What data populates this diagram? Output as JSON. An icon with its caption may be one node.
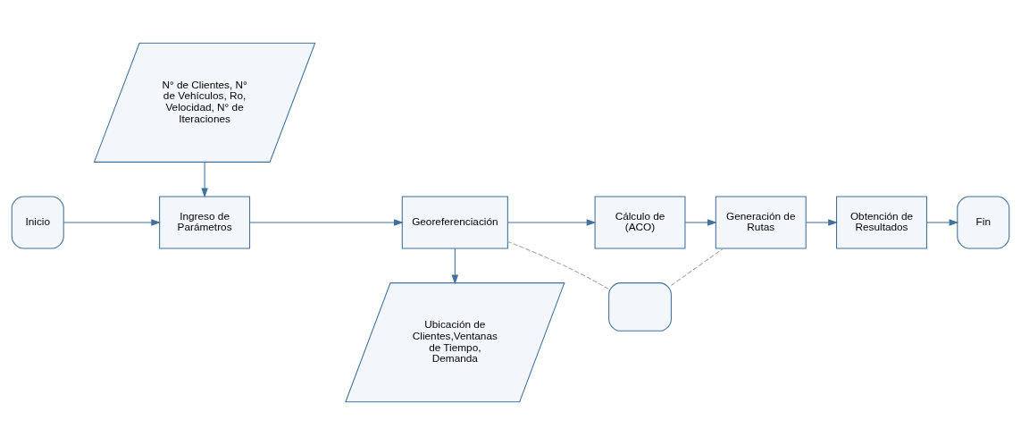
{
  "diagram": {
    "nodes": [
      {
        "text": [
          "Inicio"
        ]
      },
      {
        "text": [
          "Ingreso de Parámetros"
        ]
      },
      {
        "text": [
          "Georeferenciación"
        ]
      },
      {
        "text": [
          "Cálculo de (ACO)"
        ]
      },
      {
        "text": [
          "Generación de Rutas"
        ]
      },
      {
        "text": [
          "Obtención de Resultados"
        ]
      },
      {
        "text": [
          "Fin"
        ]
      },
      {
        "text": [],
        "shape": "box"
      },
      {
        "text": [
          "N° de Clientes, N° de Vehículos, Ro, Velocidad, N° de Iteraciones"
        ]
      },
      {
        "text": [
          "Ubicación de Clientes,Ventanas de Tiempo, Demanda"
        ]
      }
    ],
    "edges": [
      {
        "from": 0,
        "to": 1,
        "arrow": "to"
      },
      {
        "from": 1,
        "to": 2,
        "arrow": "to"
      },
      {
        "from": 2,
        "to": 3,
        "arrow": "to"
      },
      {
        "from": 3,
        "to": 4,
        "arrow": "to"
      },
      {
        "from": 4,
        "to": 5,
        "arrow": "to"
      },
      {
        "from": 5,
        "to": 6,
        "arrow": "to"
      },
      {
        "from": 8,
        "to": 1,
        "arrow": "to"
      },
      {
        "from": 2,
        "to": 9,
        "arrow": "to"
      },
      {
        "from": 7,
        "to": 2,
        "arrow": "none",
        "style": "dashed",
        "color": "#a6a6a6"
      },
      {
        "from": 7,
        "to": 4,
        "arrow": "none",
        "style": "dashed",
        "color": "#a6a6a6"
      }
    ]
  }
}
